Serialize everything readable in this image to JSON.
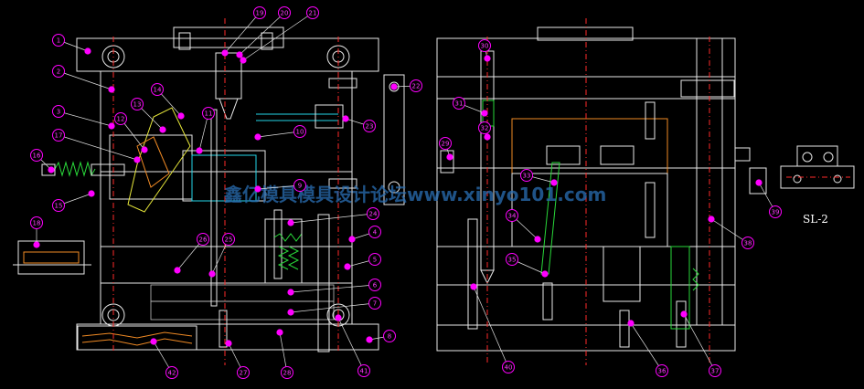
{
  "watermark": "鑫亿模具模具设计论坛www.xinyo101.com",
  "section_label": "SL-2",
  "colors": {
    "background": "#000000",
    "outline": "#e8e8e8",
    "centerline": "#ff2a2a",
    "balloon_dot": "#ff00ff",
    "spring": "#29d93a",
    "watermark": "#2a6fb5"
  },
  "callouts": [
    "1",
    "2",
    "3",
    "4",
    "5",
    "6",
    "7",
    "8",
    "9",
    "10",
    "11",
    "12",
    "13",
    "14",
    "15",
    "16",
    "17",
    "18",
    "19",
    "20",
    "21",
    "22",
    "23",
    "24",
    "25",
    "26",
    "27",
    "28",
    "29",
    "30",
    "31",
    "32",
    "33",
    "34",
    "35",
    "36",
    "37",
    "38",
    "39",
    "40",
    "41",
    "42"
  ]
}
